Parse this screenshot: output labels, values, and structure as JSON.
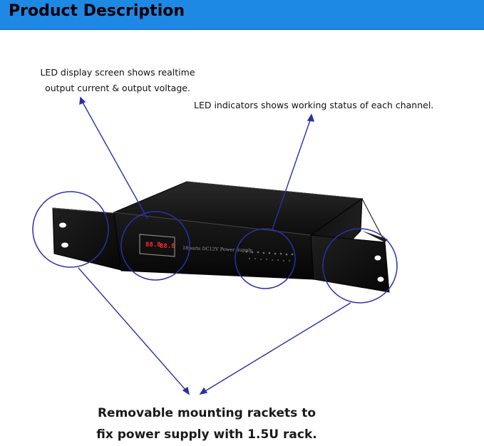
{
  "header": {
    "title": "Product Description",
    "background_color": "#1e88e5"
  },
  "annotations": {
    "led_display": {
      "line1": "LED display screen shows realtime",
      "line2": "output current & output voltage."
    },
    "led_indicators": {
      "text": "LED indicators shows working status of each channel."
    }
  },
  "product": {
    "front_label": "18ports DC12V Power Supply",
    "display_left_value": "88.8",
    "display_right_value": "88.8"
  },
  "caption": {
    "line1": "Removable mounting rackets to",
    "line2": "fix power supply with 1.5U rack."
  },
  "colors": {
    "callout_line": "#2a2fa8",
    "chassis": "#141414",
    "display_digits": "#ff2a2a"
  }
}
